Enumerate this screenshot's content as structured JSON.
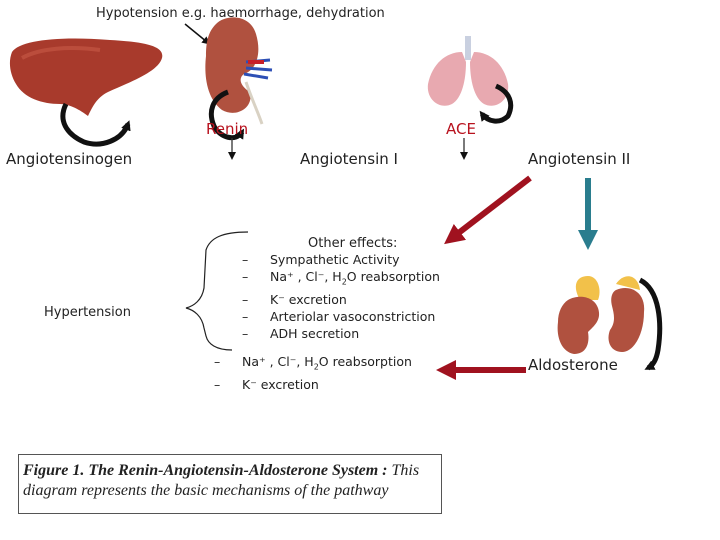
{
  "top_label": "Hypotension e.g. haemorrhage, dehydration",
  "renin": "Renin",
  "ace": "ACE",
  "angiotensinogen": "Angiotensinogen",
  "angiotensin1": "Angiotensin I",
  "angiotensin2": "Angiotensin II",
  "hypertension": "Hypertension",
  "aldosterone": "Aldosterone",
  "other_effects": {
    "heading": "Other effects:",
    "items": [
      {
        "bullet": "–",
        "pre": "Sympathetic Activity",
        "sub": "",
        "post": ""
      },
      {
        "bullet": "–",
        "pre": "Na⁺ , Cl⁻, H",
        "sub": "2",
        "post": "O reabsorption"
      },
      {
        "bullet": "–",
        "pre": "K⁻ excretion",
        "sub": "",
        "post": ""
      },
      {
        "bullet": "–",
        "pre": "Arteriolar vasoconstriction",
        "sub": "",
        "post": ""
      },
      {
        "bullet": "–",
        "pre": "ADH secretion",
        "sub": "",
        "post": ""
      }
    ]
  },
  "aldo_effects": [
    {
      "bullet": "–",
      "pre": "Na⁺ , Cl⁻, H",
      "sub": "2",
      "post": "O reabsorption"
    },
    {
      "bullet": "–",
      "pre": "K⁻ excretion",
      "sub": "",
      "post": ""
    }
  ],
  "caption": {
    "bold": "Figure 1. The Renin-Angiotensin-Aldosterone System :",
    "italic": "This diagram represents the basic mechanisms of the pathway"
  },
  "colors": {
    "teal_arrow": "#2a7d8e",
    "red_arrow": "#a0121f",
    "curved_arrow": "#111111",
    "liver": "#a83a2c",
    "kidney": "#b0513f",
    "lung": "#e8a9b0",
    "adrenal": "#f2c14a"
  }
}
